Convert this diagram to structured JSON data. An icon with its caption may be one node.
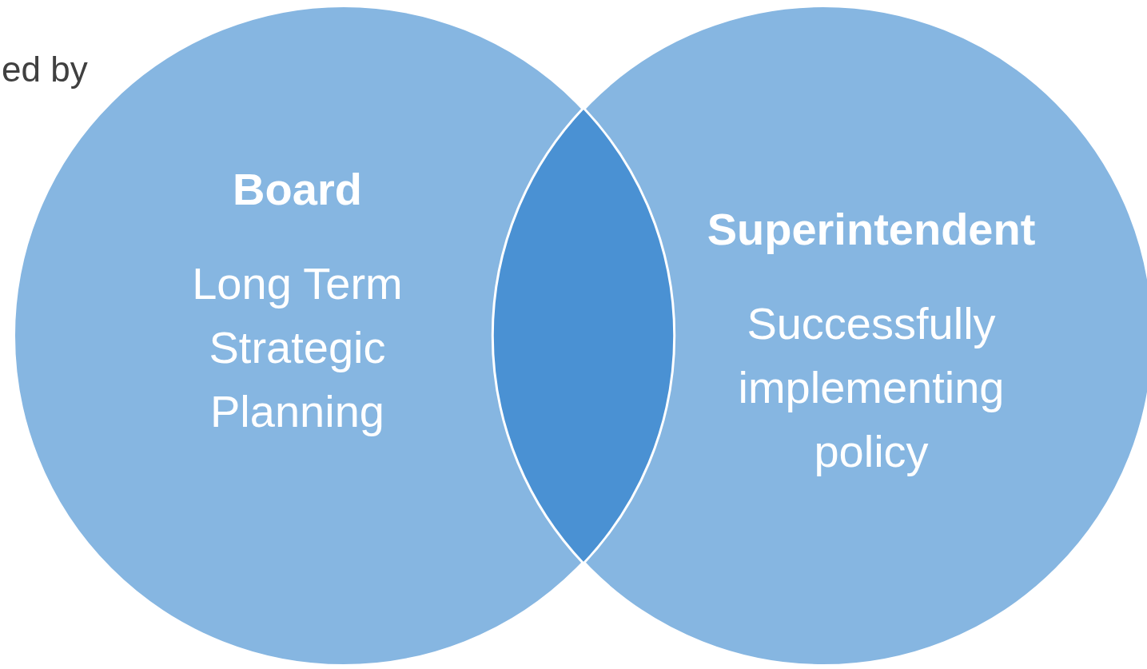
{
  "diagram": {
    "nodes": [
      {
        "text": [
          "Board",
          "Long Term Strategic Planning"
        ]
      },
      {
        "text": [
          "Superintendent",
          "Successfully implementing policy"
        ]
      }
    ],
    "labels": [
      "ed by"
    ]
  }
}
